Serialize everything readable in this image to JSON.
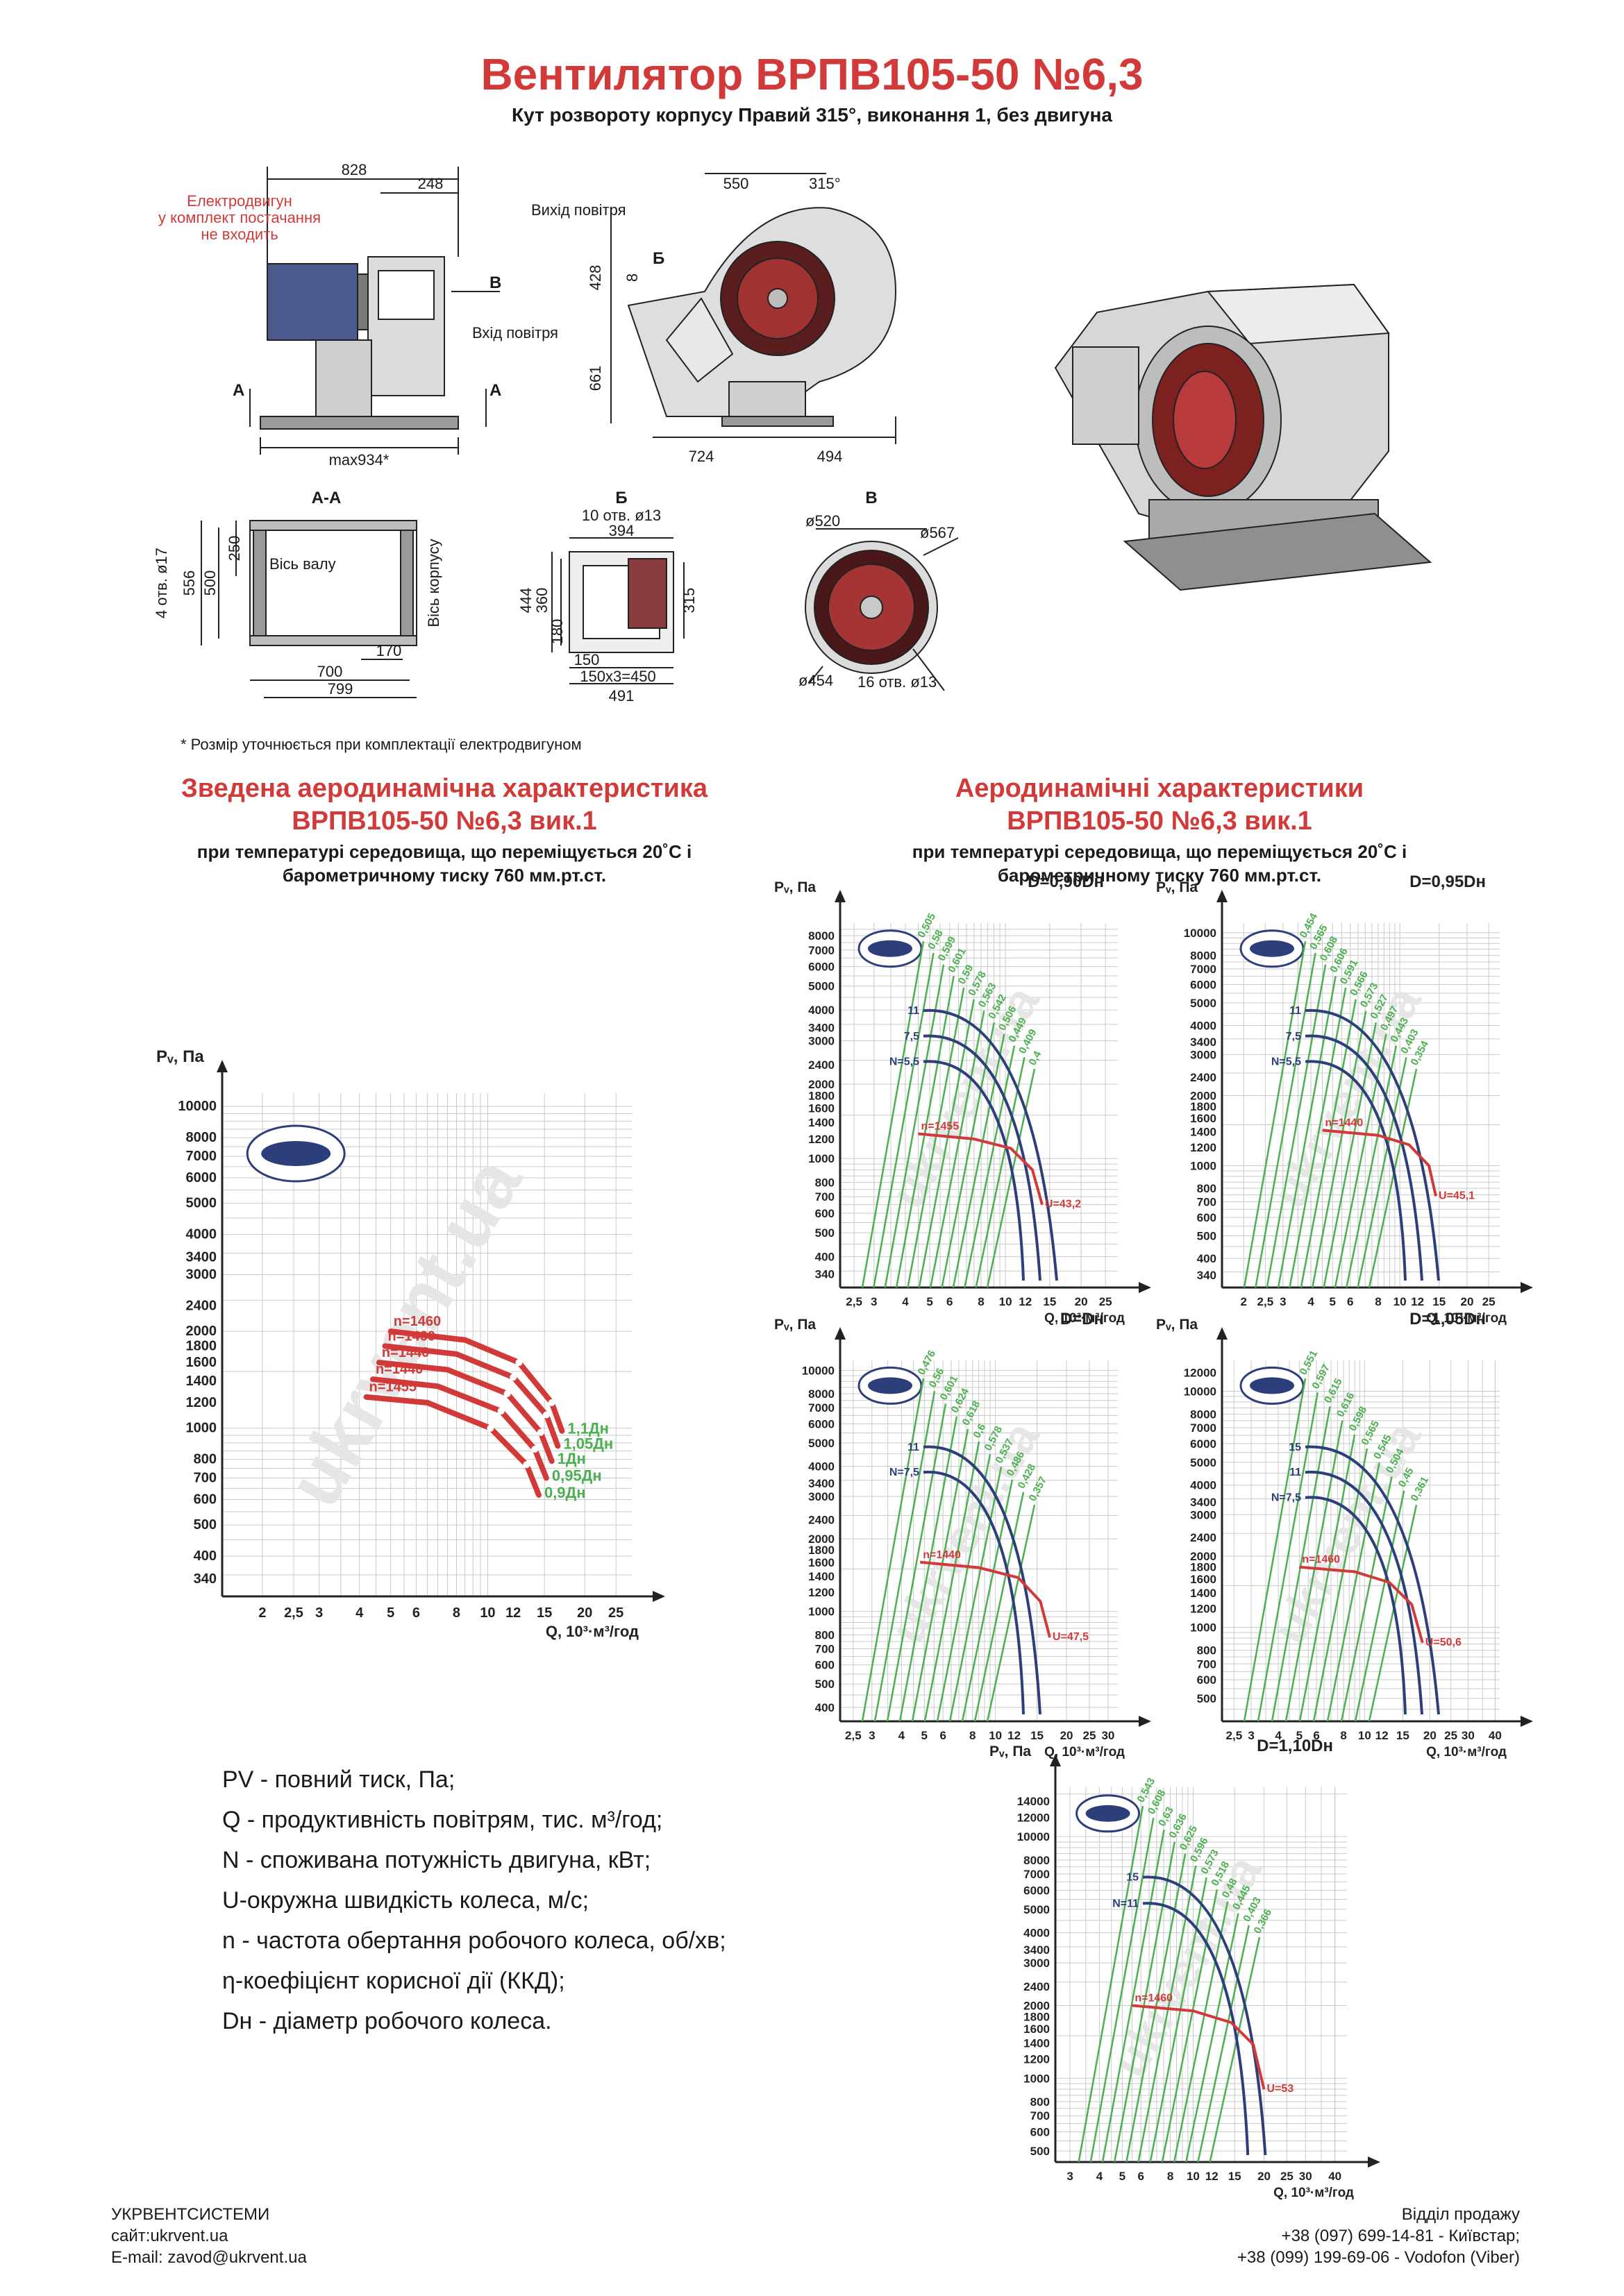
{
  "title": "Вентилятор ВРПВ105-50 №6,3",
  "subtitle": "Кут розвороту корпусу Правий 315°, виконання 1, без двигуна",
  "drawings": {
    "side": {
      "d828": "828",
      "d248": "248",
      "motor_note": [
        "Електродвигун",
        "у комплект постачання",
        "не входить"
      ],
      "b": "B",
      "inlet": "Вхід повітря",
      "a": "A",
      "max": "max934*"
    },
    "front": {
      "outlet": "Вихід повітря",
      "d550": "550",
      "a315": "315°",
      "d428": "428",
      "d8": "8",
      "b": "Б",
      "d661": "661",
      "d724": "724",
      "d494": "494"
    },
    "aa": {
      "title": "A-A",
      "holes": "4 отв. ø17",
      "d556": "556",
      "d500": "500",
      "d250": "250",
      "shaft": "Вісь валу",
      "housing": "Вісь корпусу",
      "d170": "170",
      "d700": "700",
      "d799": "799"
    },
    "bb": {
      "title": "Б",
      "holes": "10 отв. ø13",
      "d394": "394",
      "d444": "444",
      "d360": "360",
      "d180": "180",
      "d315": "315",
      "d150": "150",
      "d150x3": "150х3=450",
      "d491": "491"
    },
    "vv": {
      "title": "В",
      "d520": "ø520",
      "d567": "ø567",
      "d454": "ø454",
      "holes": "16 отв. ø13"
    },
    "footnote": "* Розмір уточнюється при комплектації електродвигуном"
  },
  "watermark": "ukrvent.ua",
  "left_section": {
    "title1": "Зведена аеродинамічна характеристика",
    "title2": "ВРПВ105-50 №6,3 вик.1",
    "sub1": "при температурі середовища, що переміщується 20˚С і",
    "sub2": "барометричному тиску 760 мм.рт.ст."
  },
  "right_section": {
    "title1": "Аеродинамічні характеристики",
    "title2": "ВРПВ105-50 №6,3 вик.1",
    "sub1": "при температурі середовища, що переміщується 20˚С і",
    "sub2": "барометричному тиску 760 мм.рт.ст."
  },
  "axis": {
    "pv": "Pᵥ, Па",
    "q": "Q, 10³·м³/год"
  },
  "chart_data": [
    {
      "type": "line",
      "title": "Зведена аеродинамічна характеристика",
      "xlabel": "Q, 10³·м³/год",
      "ylabel": "Pᵥ, Па",
      "x_scale": "log",
      "y_scale": "log",
      "xlim": [
        1.5,
        28
      ],
      "ylim": [
        300,
        11000
      ],
      "x_ticks": [
        "2",
        "2,5",
        "3",
        "4",
        "5",
        "6",
        "8",
        "10",
        "12",
        "15",
        "20",
        "25"
      ],
      "y_ticks": [
        "340",
        "400",
        "500",
        "600",
        "700",
        "800",
        "1000",
        "1200",
        "1400",
        "1600",
        "1800",
        "2000",
        "2400",
        "3000",
        "3400",
        "4000",
        "5000",
        "6000",
        "7000",
        "8000",
        "10000"
      ],
      "series": [
        {
          "name": "1,1Дн",
          "speed": "n=1460",
          "points": [
            [
              5.0,
              2000
            ],
            [
              8.5,
              1880
            ],
            [
              12.5,
              1600
            ],
            [
              15.8,
              1200
            ],
            [
              17.0,
              980
            ]
          ]
        },
        {
          "name": "1,05Дн",
          "speed": "n=1460",
          "points": [
            [
              4.8,
              1800
            ],
            [
              8.0,
              1700
            ],
            [
              12.0,
              1440
            ],
            [
              15.2,
              1100
            ],
            [
              16.5,
              880
            ]
          ]
        },
        {
          "name": "1Дн",
          "speed": "n=1440",
          "points": [
            [
              4.6,
              1600
            ],
            [
              7.5,
              1520
            ],
            [
              11.5,
              1280
            ],
            [
              14.6,
              970
            ],
            [
              15.8,
              790
            ]
          ]
        },
        {
          "name": "0,95Дн",
          "speed": "n=1440",
          "points": [
            [
              4.4,
              1420
            ],
            [
              7.0,
              1350
            ],
            [
              11.0,
              1130
            ],
            [
              14.0,
              860
            ],
            [
              15.2,
              700
            ]
          ]
        },
        {
          "name": "0,9Дн",
          "speed": "n=1455",
          "points": [
            [
              4.2,
              1250
            ],
            [
              6.5,
              1200
            ],
            [
              10.2,
              1000
            ],
            [
              13.2,
              770
            ],
            [
              14.4,
              620
            ]
          ]
        }
      ]
    },
    {
      "type": "line",
      "title": "D=0,90Dн",
      "xlabel": "Q, 10³·м³/год",
      "ylabel": "Pᵥ, Па",
      "xlim": [
        2.2,
        28
      ],
      "ylim": [
        300,
        9000
      ],
      "x_ticks": [
        "2,5",
        "3",
        "4",
        "5",
        "6",
        "8",
        "10",
        "12",
        "15",
        "20",
        "25"
      ],
      "y_ticks": [
        "340",
        "400",
        "500",
        "600",
        "700",
        "800",
        "1000",
        "1200",
        "1400",
        "1600",
        "1800",
        "2000",
        "2400",
        "3000",
        "3400",
        "4000",
        "5000",
        "6000",
        "7000",
        "8000"
      ],
      "power_curves": [
        "N=5,5",
        "7,5",
        "11"
      ],
      "speed": "n=1455",
      "u": "U=43,2",
      "efficiency": [
        "0,505",
        "0,58",
        "0,599",
        "0,601",
        "0,59",
        "0,578",
        "0,563",
        "0,542",
        "0,506",
        "0,449",
        "0,409",
        "0,4"
      ],
      "series": [
        {
          "name": "n=1455",
          "points": [
            [
              4.5,
              1260
            ],
            [
              7.5,
              1200
            ],
            [
              10.5,
              1100
            ],
            [
              12.8,
              900
            ],
            [
              14.0,
              650
            ]
          ]
        }
      ]
    },
    {
      "type": "line",
      "title": "D=0,95Dн",
      "xlabel": "Q, 10³·м³/год",
      "ylabel": "Pᵥ, Па",
      "xlim": [
        1.6,
        28
      ],
      "ylim": [
        300,
        11000
      ],
      "x_ticks": [
        "2",
        "2,5",
        "3",
        "4",
        "5",
        "6",
        "8",
        "10",
        "12",
        "15",
        "20",
        "25"
      ],
      "y_ticks": [
        "340",
        "400",
        "500",
        "600",
        "700",
        "800",
        "1000",
        "1200",
        "1400",
        "1600",
        "1800",
        "2000",
        "2400",
        "3000",
        "3400",
        "4000",
        "5000",
        "6000",
        "7000",
        "8000",
        "10000"
      ],
      "power_curves": [
        "N=5,5",
        "7,5",
        "11"
      ],
      "speed": "n=1440",
      "u": "U=45,1",
      "efficiency": [
        "0,454",
        "0,565",
        "0,608",
        "0,606",
        "0,591",
        "0,566",
        "0,573",
        "0,527",
        "0,497",
        "0,443",
        "0,403",
        "0,354"
      ],
      "series": [
        {
          "name": "n=1440",
          "points": [
            [
              4.5,
              1420
            ],
            [
              8.0,
              1350
            ],
            [
              11.0,
              1230
            ],
            [
              13.5,
              1000
            ],
            [
              14.5,
              740
            ]
          ]
        }
      ]
    },
    {
      "type": "line",
      "title": "D=Dн",
      "xlabel": "Q, 10³·м³/год",
      "ylabel": "Pᵥ, Па",
      "xlim": [
        2.2,
        33
      ],
      "ylim": [
        350,
        11000
      ],
      "x_ticks": [
        "2,5",
        "3",
        "4",
        "5",
        "6",
        "8",
        "10",
        "12",
        "15",
        "20",
        "25",
        "30"
      ],
      "y_ticks": [
        "400",
        "500",
        "600",
        "700",
        "800",
        "1000",
        "1200",
        "1400",
        "1600",
        "1800",
        "2000",
        "2400",
        "3000",
        "3400",
        "4000",
        "5000",
        "6000",
        "7000",
        "8000",
        "10000"
      ],
      "power_curves": [
        "N=7,5",
        "11"
      ],
      "speed": "n=1440",
      "u": "U=47,5",
      "efficiency": [
        "0,476",
        "0,56",
        "0,601",
        "0,624",
        "0,618",
        "0,6",
        "0,578",
        "0,537",
        "0,486",
        "0,428",
        "0,357"
      ],
      "series": [
        {
          "name": "n=1440",
          "points": [
            [
              4.8,
              1600
            ],
            [
              8.5,
              1520
            ],
            [
              12.5,
              1380
            ],
            [
              15.5,
              1100
            ],
            [
              17.0,
              780
            ]
          ]
        }
      ]
    },
    {
      "type": "line",
      "title": "D=1,05Dн",
      "xlabel": "Q, 10³·м³/год",
      "ylabel": "Pᵥ, Па",
      "xlim": [
        2.2,
        42
      ],
      "ylim": [
        400,
        13500
      ],
      "x_ticks": [
        "2,5",
        "3",
        "4",
        "5",
        "6",
        "8",
        "10",
        "12",
        "15",
        "20",
        "25",
        "30",
        "40"
      ],
      "y_ticks": [
        "500",
        "600",
        "700",
        "800",
        "1000",
        "1200",
        "1400",
        "1600",
        "1800",
        "2000",
        "2400",
        "3000",
        "3400",
        "4000",
        "5000",
        "6000",
        "7000",
        "8000",
        "10000",
        "12000"
      ],
      "power_curves": [
        "N=7,5",
        "11",
        "15"
      ],
      "speed": "n=1460",
      "u": "U=50,6",
      "efficiency": [
        "0,551",
        "0,597",
        "0,615",
        "0,616",
        "0,598",
        "0,565",
        "0,545",
        "0,504",
        "0,45",
        "0,361"
      ],
      "series": [
        {
          "name": "n=1460",
          "points": [
            [
              5.0,
              1800
            ],
            [
              9.0,
              1720
            ],
            [
              13.0,
              1550
            ],
            [
              16.5,
              1250
            ],
            [
              18.5,
              860
            ]
          ]
        }
      ]
    },
    {
      "type": "line",
      "title": "D=1,10Dн",
      "xlabel": "Q, 10³·м³/год",
      "ylabel": "Pᵥ, Па",
      "xlim": [
        2.6,
        45
      ],
      "ylim": [
        450,
        16000
      ],
      "x_ticks": [
        "3",
        "4",
        "5",
        "6",
        "8",
        "10",
        "12",
        "15",
        "20",
        "25",
        "30",
        "40"
      ],
      "y_ticks": [
        "500",
        "600",
        "700",
        "800",
        "1000",
        "1200",
        "1400",
        "1600",
        "1800",
        "2000",
        "2400",
        "3000",
        "3400",
        "4000",
        "5000",
        "6000",
        "7000",
        "8000",
        "10000",
        "12000",
        "14000"
      ],
      "power_curves": [
        "N=11",
        "15"
      ],
      "speed": "n=1460",
      "u": "U=53",
      "efficiency": [
        "0,543",
        "0,608",
        "0,63",
        "0,636",
        "0,625",
        "0,596",
        "0,573",
        "0,518",
        "0,48",
        "0,445",
        "0,403",
        "0,366"
      ],
      "series": [
        {
          "name": "n=1460",
          "points": [
            [
              5.5,
              2000
            ],
            [
              10.0,
              1900
            ],
            [
              14.5,
              1700
            ],
            [
              18.0,
              1380
            ],
            [
              20.0,
              900
            ]
          ]
        }
      ]
    }
  ],
  "legend": [
    {
      "key": "PV",
      "text": " - повний тиск, Па;"
    },
    {
      "key": "Q",
      "text": " - продуктивність повітрям, тис. м³/год;"
    },
    {
      "key": "N",
      "text": " - споживана потужність двигуна, кВт;"
    },
    {
      "key": "U",
      "text": "-окружна швидкість колеса, м/с;"
    },
    {
      "key": "n",
      "text": " - частота обертання робочого колеса, об/хв;"
    },
    {
      "key": "η",
      "text": "-коефіцієнт корисної дії (ККД);"
    },
    {
      "key": "Dн",
      "text": " - діаметр робочого колеса."
    }
  ],
  "footer": {
    "company": "УКРВЕНТСИСТЕМИ",
    "site": "сайт:ukrvent.ua",
    "email": "E-mail: zavod@ukrvent.ua",
    "dept": "Відділ продажу",
    "phone1": "+38 (097) 699-14-81 - Київстар;",
    "phone2": "+38 (099) 199-69-06 - Vodofon (Viber)"
  },
  "colors": {
    "accent": "#d23a3a",
    "curve_red": "#d23a3a",
    "power_blue": "#2d3f7a",
    "eff_green": "#4caf50",
    "grid": "#c9c9c9"
  }
}
